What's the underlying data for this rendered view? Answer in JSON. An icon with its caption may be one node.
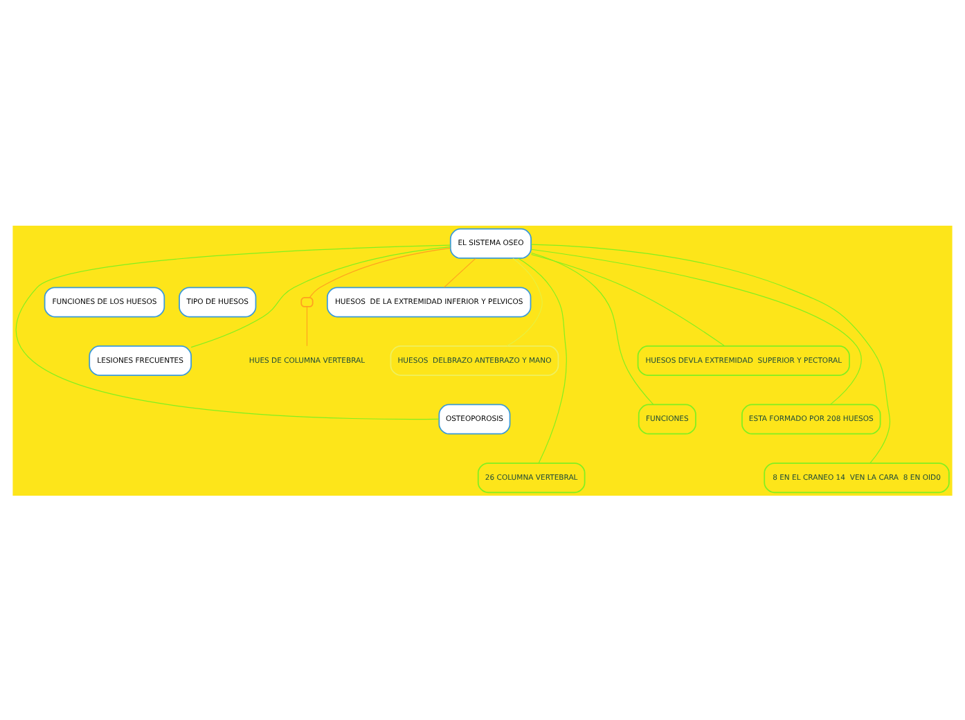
{
  "diagram": {
    "nodes": [
      {
        "text": [
          "EL SISTEMA OSEO"
        ]
      },
      {
        "text": [
          "HUESOS  DE LA EXTREMIDAD INFERIOR Y PELVICOS"
        ]
      },
      {
        "text": [
          "FUNCIONES DE LOS HUESOS"
        ]
      },
      {
        "text": [
          "TIPO DE HUESOS"
        ]
      },
      {
        "text": [],
        "shape": "box"
      },
      {
        "text": [
          "HUES DE COLUMNA VERTEBRAL"
        ]
      },
      {
        "text": [
          "HUESOS  DELBRAZO ANTEBRAZO Y MANO"
        ]
      },
      {
        "text": [
          "HUESOS DEVLA EXTREMIDAD  SUPERIOR Y PECTORAL"
        ]
      },
      {
        "text": [
          "LESIONES FRECUENTES"
        ]
      },
      {
        "text": [
          "OSTEOPOROSIS"
        ]
      },
      {
        "text": [
          "FUNCIONES"
        ]
      },
      {
        "text": [
          "ESTA FORMADO POR 208 HUESOS"
        ]
      },
      {
        "text": [
          "26 COLUMNA VERTEBRAL"
        ]
      },
      {
        "text": [
          "8 EN EL CRANEO 14  VEN LA CARA  8 EN OID0"
        ]
      }
    ],
    "edges": [
      {
        "from": 0,
        "to": 1,
        "arrow": "none",
        "color": "#ffa020"
      },
      {
        "from": 0,
        "to": 6,
        "arrow": "none",
        "color": "#e8f040"
      },
      {
        "from": 0,
        "to": 4,
        "arrow": "none",
        "color": "#ffa020"
      },
      {
        "from": 4,
        "to": 5,
        "arrow": "none",
        "color": "#ffa020"
      },
      {
        "from": 0,
        "to": 7,
        "arrow": "none"
      },
      {
        "from": 0,
        "to": 8,
        "arrow": "none"
      },
      {
        "from": 0,
        "to": 9,
        "arrow": "none"
      },
      {
        "from": 0,
        "to": 10,
        "arrow": "none"
      },
      {
        "from": 0,
        "to": 11,
        "arrow": "none"
      },
      {
        "from": 0,
        "to": 12,
        "arrow": "none"
      },
      {
        "from": 0,
        "to": 13,
        "arrow": "none"
      }
    ]
  }
}
